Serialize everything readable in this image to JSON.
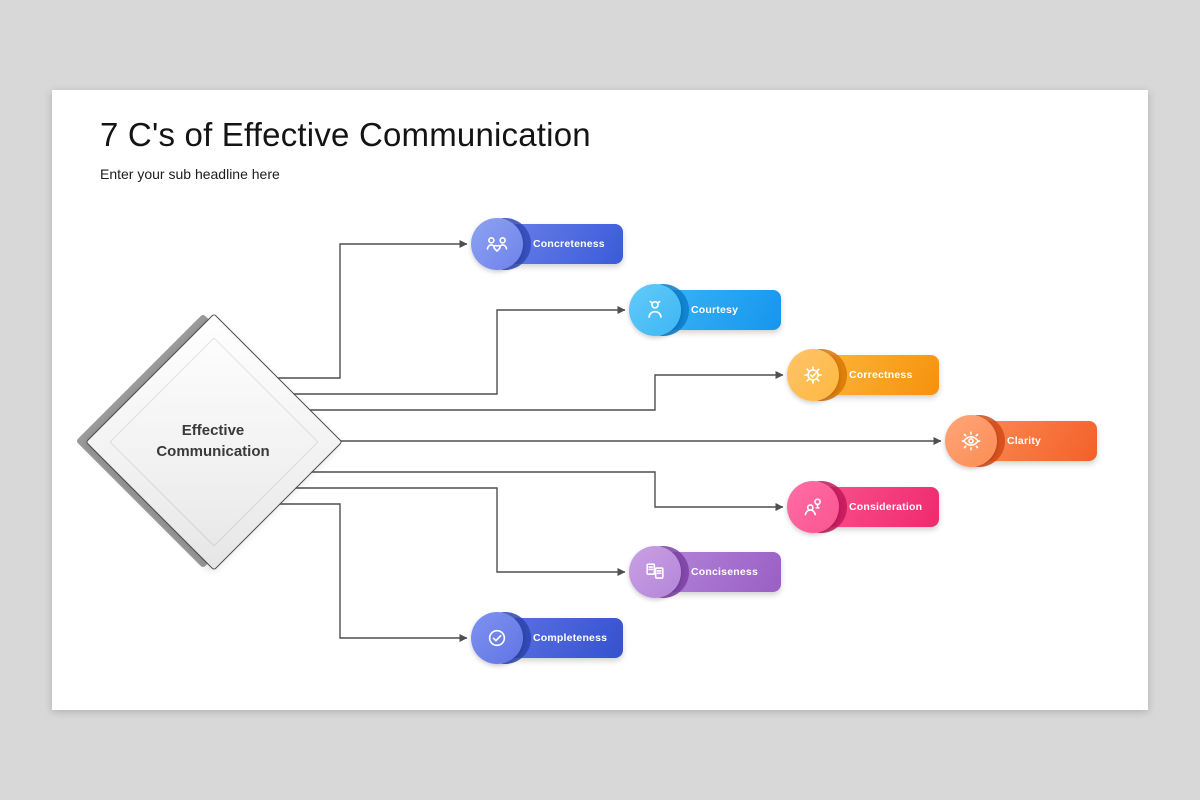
{
  "slide": {
    "title": "7 C's of Effective Communication",
    "subtitle": "Enter your sub headline here",
    "center_label": "Effective\nCommunication"
  },
  "connector_color": "#4f4f4f",
  "items": [
    {
      "label": "Concreteness",
      "icon": "team-heart-icon",
      "colors": {
        "circle": "#8ea2f2",
        "pill_from": "#6e82ea",
        "pill_to": "#3a5bd9",
        "dark": "#2f49b5"
      }
    },
    {
      "label": "Courtesy",
      "icon": "person-icon",
      "colors": {
        "circle": "#63cbf8",
        "pill_from": "#3db6f5",
        "pill_to": "#1595ee",
        "dark": "#0b7cc9"
      }
    },
    {
      "label": "Correctness",
      "icon": "gear-check-icon",
      "colors": {
        "circle": "#ffc46b",
        "pill_from": "#fdb83f",
        "pill_to": "#f5920b",
        "dark": "#d97706"
      }
    },
    {
      "label": "Clarity",
      "icon": "eye-icon",
      "colors": {
        "circle": "#ffa678",
        "pill_from": "#fb8c55",
        "pill_to": "#f4602a",
        "dark": "#d14a17"
      }
    },
    {
      "label": "Consideration",
      "icon": "person-idea-icon",
      "colors": {
        "circle": "#ff6fa5",
        "pill_from": "#fb5490",
        "pill_to": "#ee2a6d",
        "dark": "#c2185b"
      }
    },
    {
      "label": "Conciseness",
      "icon": "documents-icon",
      "colors": {
        "circle": "#c9a0e4",
        "pill_from": "#b486d8",
        "pill_to": "#9a5fc5",
        "dark": "#7b3fa3"
      }
    },
    {
      "label": "Completeness",
      "icon": "check-circle-icon",
      "colors": {
        "circle": "#8093f0",
        "pill_from": "#5f74e4",
        "pill_to": "#3551cf",
        "dark": "#2b44ad"
      }
    }
  ]
}
